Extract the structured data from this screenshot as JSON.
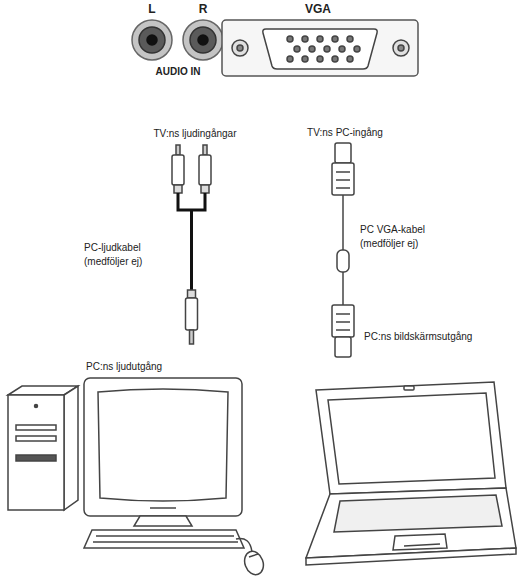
{
  "diagram": {
    "labels": [
      "L",
      "R",
      "VGA",
      "AUDIO IN",
      "TV:ns ljudingångar",
      "TV:ns PC-ingång",
      "PC-ljudkabel (medföljer ej)",
      "PC VGA-kabel (medföljer ej)",
      "PC:ns ljudutgång",
      "PC:ns bildskärmsutgång"
    ]
  }
}
